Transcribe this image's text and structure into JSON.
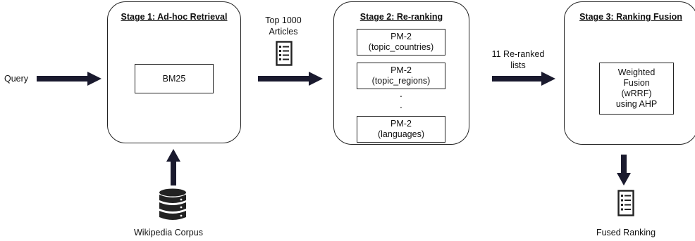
{
  "query_label": "Query",
  "corpus_label": "Wikipedia Corpus",
  "stage1": {
    "title": "Stage 1: Ad-hoc Retrieval",
    "method": "BM25"
  },
  "transfer1": {
    "line1": "Top 1000",
    "line2": "Articles"
  },
  "stage2": {
    "title": "Stage 2: Re-ranking",
    "boxes": [
      {
        "line1": "PM-2",
        "line2": "(topic_countries)"
      },
      {
        "line1": "PM-2",
        "line2": "(topic_regions)"
      },
      {
        "line1": "PM-2",
        "line2": "(languages)"
      }
    ],
    "ellipsis": ".\n.\n."
  },
  "transfer2": {
    "line1": "11 Re-ranked",
    "line2": "lists"
  },
  "stage3": {
    "title": "Stage 3: Ranking Fusion",
    "method_lines": [
      "Weighted",
      "Fusion",
      "(wRRF)",
      "using AHP"
    ]
  },
  "output_label": "Fused Ranking",
  "icons": {
    "database": "database-icon",
    "document_list_1": "document-list-icon",
    "document_list_2": "document-list-icon"
  },
  "colors": {
    "arrow": "#1a1a2e",
    "border": "#222222"
  }
}
